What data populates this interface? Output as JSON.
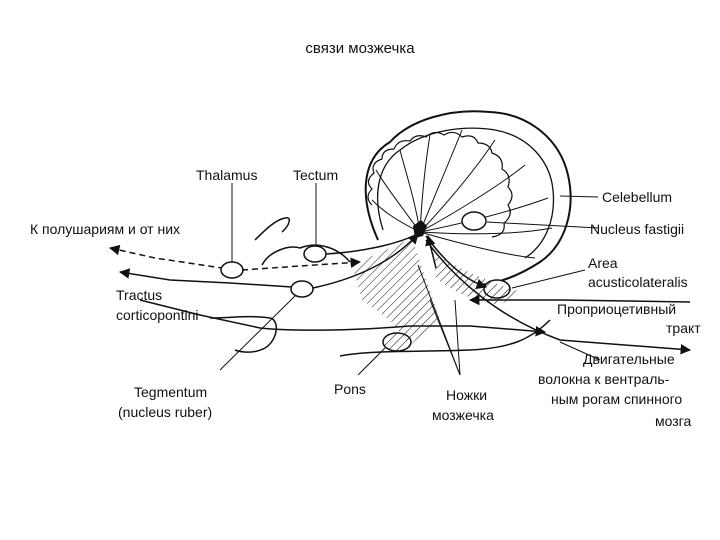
{
  "title": "связи мозжечка",
  "labels": {
    "thalamus": "Thalamus",
    "tectum": "Tectum",
    "hemispheres": "К полушариям и от них",
    "tractus_1": "Tractus",
    "tractus_2": "corticopontini",
    "tegmentum_1": "Tegmentum",
    "tegmentum_2": "(nucleus ruber)",
    "pons": "Pons",
    "legs_1": "Ножки",
    "legs_2": "мозжечка",
    "cerebellum": "Celebellum",
    "fastigii": "Nucleus fastigii",
    "area_1": "Area",
    "area_2": "acusticolateralis",
    "proprio_1": "Проприоцетивный",
    "proprio_2": "тракт",
    "motor_1": "Двигательные",
    "motor_2": "волокна к вентраль-",
    "motor_3": "ным рогам спинного",
    "motor_4": "мозга"
  }
}
